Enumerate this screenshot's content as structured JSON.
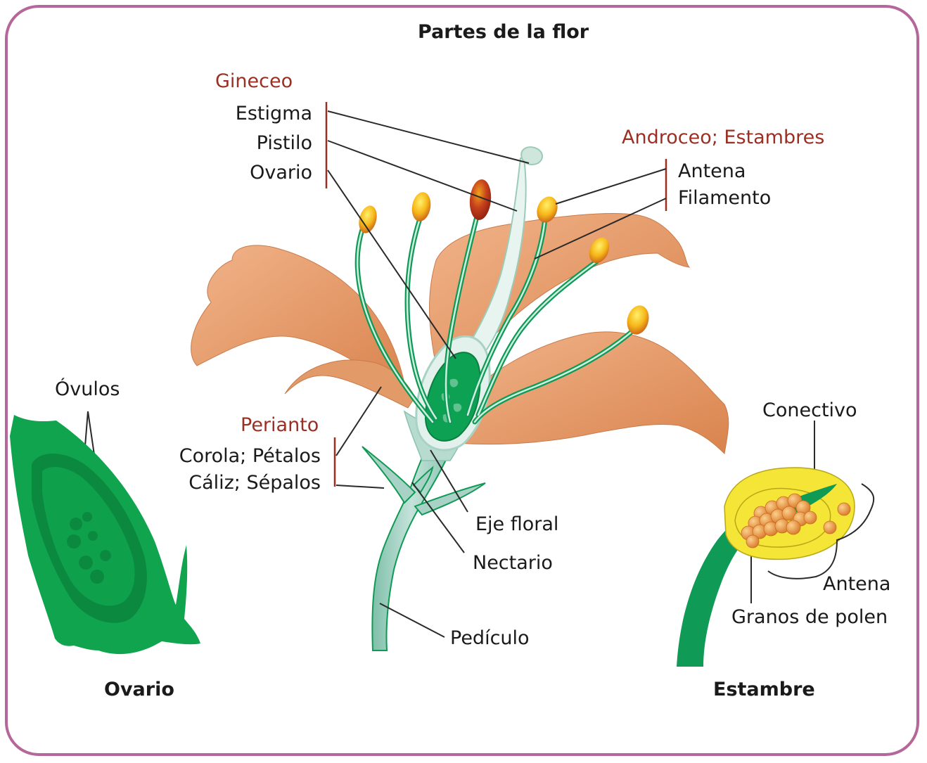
{
  "title": "Partes de la flor",
  "groups": {
    "gineceo": {
      "title": "Gineceo",
      "items": [
        "Estigma",
        "Pistilo",
        "Ovario"
      ]
    },
    "androceo": {
      "title": "Androceo; Estambres",
      "items": [
        "Antena",
        "Filamento"
      ]
    },
    "perianto": {
      "title": "Perianto",
      "items": [
        "Corola; Pétalos",
        "Cáliz;  Sépalos"
      ]
    }
  },
  "labels": {
    "eje_floral": "Eje floral",
    "nectario": "Nectario",
    "pediculo": "Pedículo"
  },
  "ovario_panel": {
    "title": "Ovario",
    "label": "Óvulos"
  },
  "estambre_panel": {
    "title": "Estambre",
    "conectivo": "Conectivo",
    "antena": "Antena",
    "granos": "Granos de polen"
  },
  "colors": {
    "frame": "#b5669a",
    "heading": "#9b2f23",
    "petal": "#e9a274",
    "green": "#0fa14a",
    "stem": "#a9d2c6",
    "anther": "#f3b21a",
    "pollen_sac": "#f4e537",
    "pollen": "#f0a23e"
  }
}
